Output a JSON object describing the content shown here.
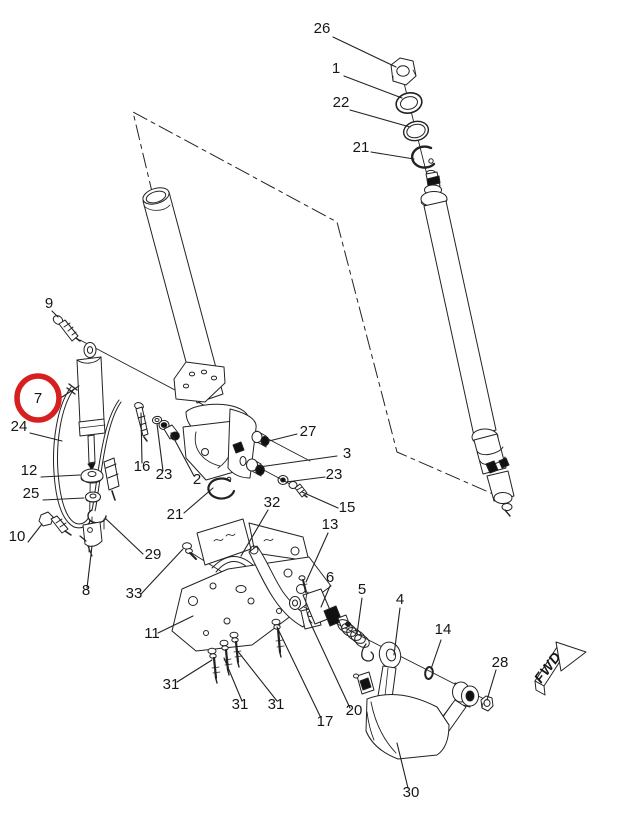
{
  "diagram": {
    "kind": "exploded-parts-diagram",
    "highlighted_callout": "7",
    "fwd": {
      "label": "FWD"
    },
    "colors": {
      "highlight": "#d62020",
      "line": "#222222",
      "background": "#ffffff"
    },
    "callouts": [
      {
        "label": "26"
      },
      {
        "label": "1"
      },
      {
        "label": "22"
      },
      {
        "label": "21"
      },
      {
        "label": "9"
      },
      {
        "label": "7"
      },
      {
        "label": "24"
      },
      {
        "label": "12"
      },
      {
        "label": "25"
      },
      {
        "label": "10"
      },
      {
        "label": "16"
      },
      {
        "label": "23"
      },
      {
        "label": "2"
      },
      {
        "label": "21"
      },
      {
        "label": "27"
      },
      {
        "label": "3"
      },
      {
        "label": "23"
      },
      {
        "label": "15"
      },
      {
        "label": "32"
      },
      {
        "label": "13"
      },
      {
        "label": "29"
      },
      {
        "label": "8"
      },
      {
        "label": "33"
      },
      {
        "label": "11"
      },
      {
        "label": "6"
      },
      {
        "label": "5"
      },
      {
        "label": "4"
      },
      {
        "label": "14"
      },
      {
        "label": "28"
      },
      {
        "label": "31"
      },
      {
        "label": "31"
      },
      {
        "label": "31"
      },
      {
        "label": "17"
      },
      {
        "label": "20"
      },
      {
        "label": "30"
      }
    ]
  }
}
